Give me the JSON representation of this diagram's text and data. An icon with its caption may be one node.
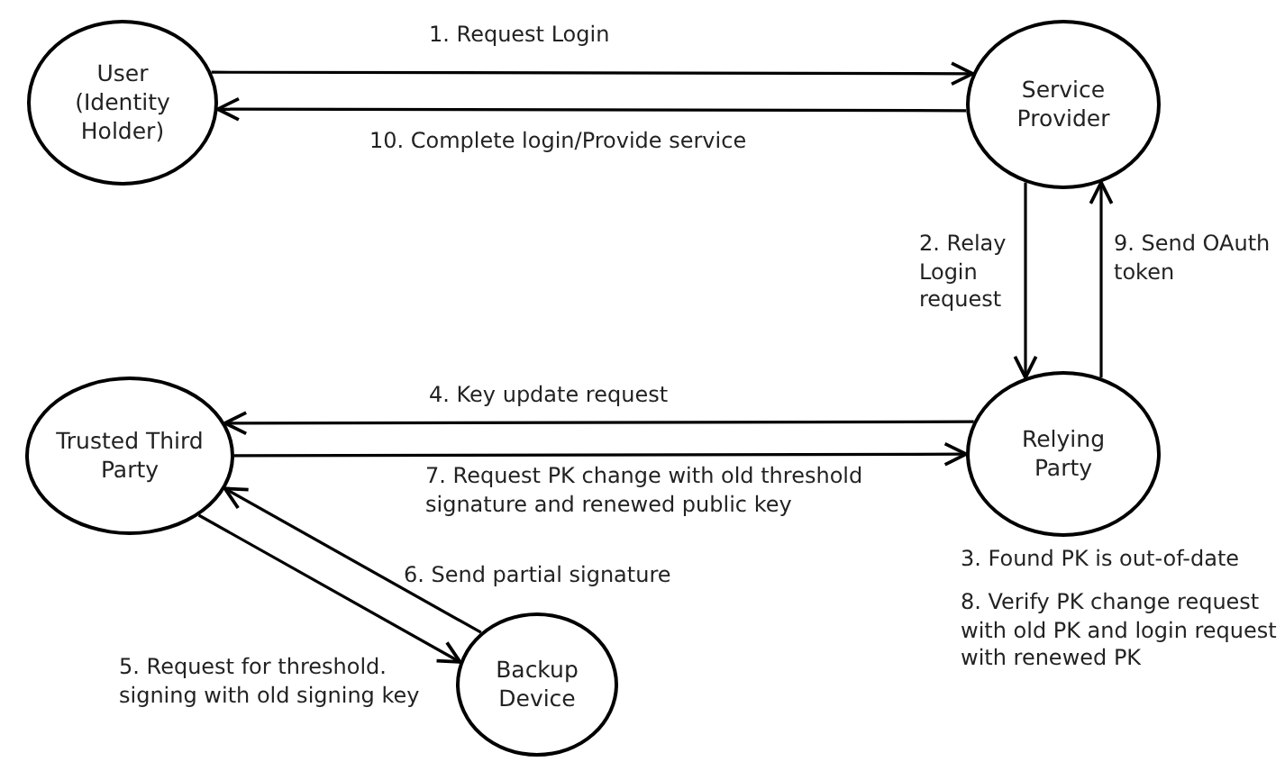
{
  "diagram": {
    "nodes": [
      {
        "text": [
          "User (Identity Holder)"
        ]
      },
      {
        "text": [
          "Service Provider"
        ]
      },
      {
        "text": [
          "Trusted Third Party"
        ]
      },
      {
        "text": [
          "Relying Party"
        ],
        "beside": [
          "3. Found PK is out-of-date",
          "8. Verify PK change request with old PK and login request with renewed PK"
        ]
      },
      {
        "text": [
          "Backup Device"
        ]
      }
    ],
    "edges": [
      {
        "from": 0,
        "to": 1,
        "arrow": "to",
        "label": "1. Request Login"
      },
      {
        "from": 1,
        "to": 0,
        "arrow": "to",
        "label": "10. Complete login/Provide service"
      },
      {
        "from": 1,
        "to": 3,
        "arrow": "to",
        "label": "2. Relay Login request"
      },
      {
        "from": 3,
        "to": 1,
        "arrow": "to",
        "label": "9. Send OAuth token"
      },
      {
        "from": 3,
        "to": 2,
        "arrow": "to",
        "label": "4. Key update request"
      },
      {
        "from": 2,
        "to": 3,
        "arrow": "to",
        "label": "7. Request PK change with old threshold signature and renewed public key"
      },
      {
        "from": 4,
        "to": 2,
        "arrow": "to",
        "label": "6. Send partial signature"
      },
      {
        "from": 2,
        "to": 4,
        "arrow": "to",
        "label": "5. Request for threshold. signing with old signing key"
      }
    ]
  }
}
